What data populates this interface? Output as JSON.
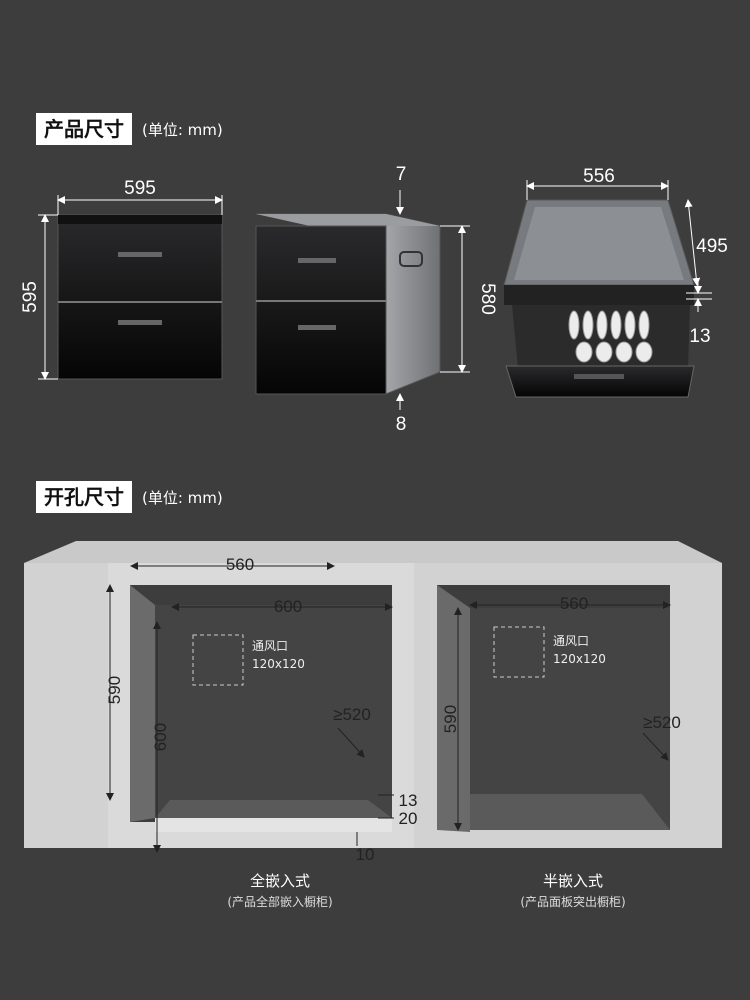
{
  "product_size": {
    "title": "产品尺寸",
    "unit": "(单位: mm)",
    "front": {
      "width": "595",
      "height": "595"
    },
    "side": {
      "top_gap": "7",
      "height": "580",
      "bottom_gap": "8"
    },
    "open": {
      "width": "556",
      "depth": "495",
      "gap": "13"
    }
  },
  "cutout_size": {
    "title": "开孔尺寸",
    "unit": "(单位: mm)",
    "full": {
      "outer_width": "560",
      "inner_width": "600",
      "outer_height": "590",
      "inner_height": "600",
      "depth": "≥520",
      "d13": "13",
      "d20": "20",
      "d10": "10",
      "vent_label": "通风口",
      "vent_size": "120x120",
      "caption": "全嵌入式",
      "caption_sub": "(产品全部嵌入橱柜)"
    },
    "half": {
      "width": "560",
      "height": "590",
      "depth": "≥520",
      "vent_label": "通风口",
      "vent_size": "120x120",
      "caption": "半嵌入式",
      "caption_sub": "(产品面板突出橱柜)"
    }
  }
}
